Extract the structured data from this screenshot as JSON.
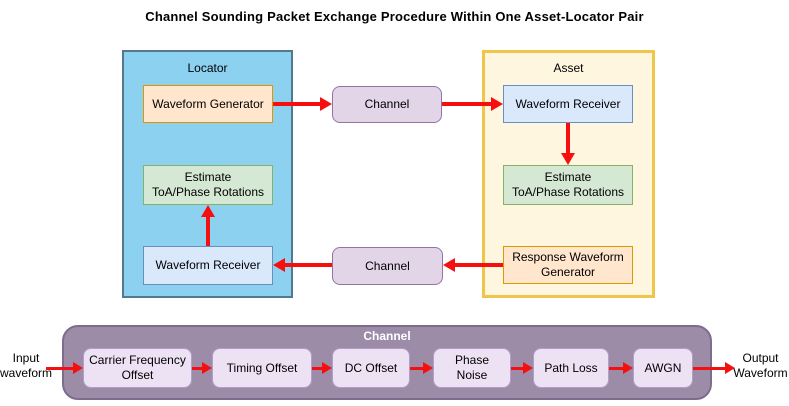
{
  "title": "Channel Sounding Packet Exchange Procedure Within One Asset-Locator Pair",
  "locator": {
    "label": "Locator",
    "waveform_generator": "Waveform Generator",
    "estimate_line1": "Estimate",
    "estimate_line2": "ToA/Phase Rotations",
    "waveform_receiver": "Waveform Receiver"
  },
  "asset": {
    "label": "Asset",
    "waveform_receiver": "Waveform Receiver",
    "estimate_line1": "Estimate",
    "estimate_line2": "ToA/Phase Rotations",
    "response_waveform_generator": "Response Waveform Generator"
  },
  "channel_top": {
    "label": "Channel"
  },
  "channel_bottom": {
    "label": "Channel"
  },
  "channel_chain": {
    "label": "Channel",
    "input_label_line1": "Input",
    "input_label_line2": "waveform",
    "output_label_line1": "Output",
    "output_label_line2": "Waveform",
    "stages": [
      "Carrier Frequency Offset",
      "Timing Offset",
      "DC Offset",
      "Phase Noise",
      "Path Loss",
      "AWGN"
    ]
  },
  "colors": {
    "arrow_red": "#F50F0F",
    "locator_fill": "#8DD1F1",
    "locator_border": "#54788E",
    "asset_fill": "#FEF6DF",
    "asset_border": "#F0C64A",
    "orange_fill": "#FFE6CC",
    "orange_border": "#D79B00",
    "green_fill": "#D5E8D4",
    "green_border": "#82B366",
    "blue_fill": "#DAE8FC",
    "blue_border": "#6C8EBF",
    "purple_fill": "#E1D5E7",
    "purple_border": "#9673A6",
    "chain_fill": "#9C8CA8",
    "chain_border": "#7D6C8C",
    "chain_box_fill": "#EDE2F3",
    "chain_label_text": "#FFFFFF"
  }
}
